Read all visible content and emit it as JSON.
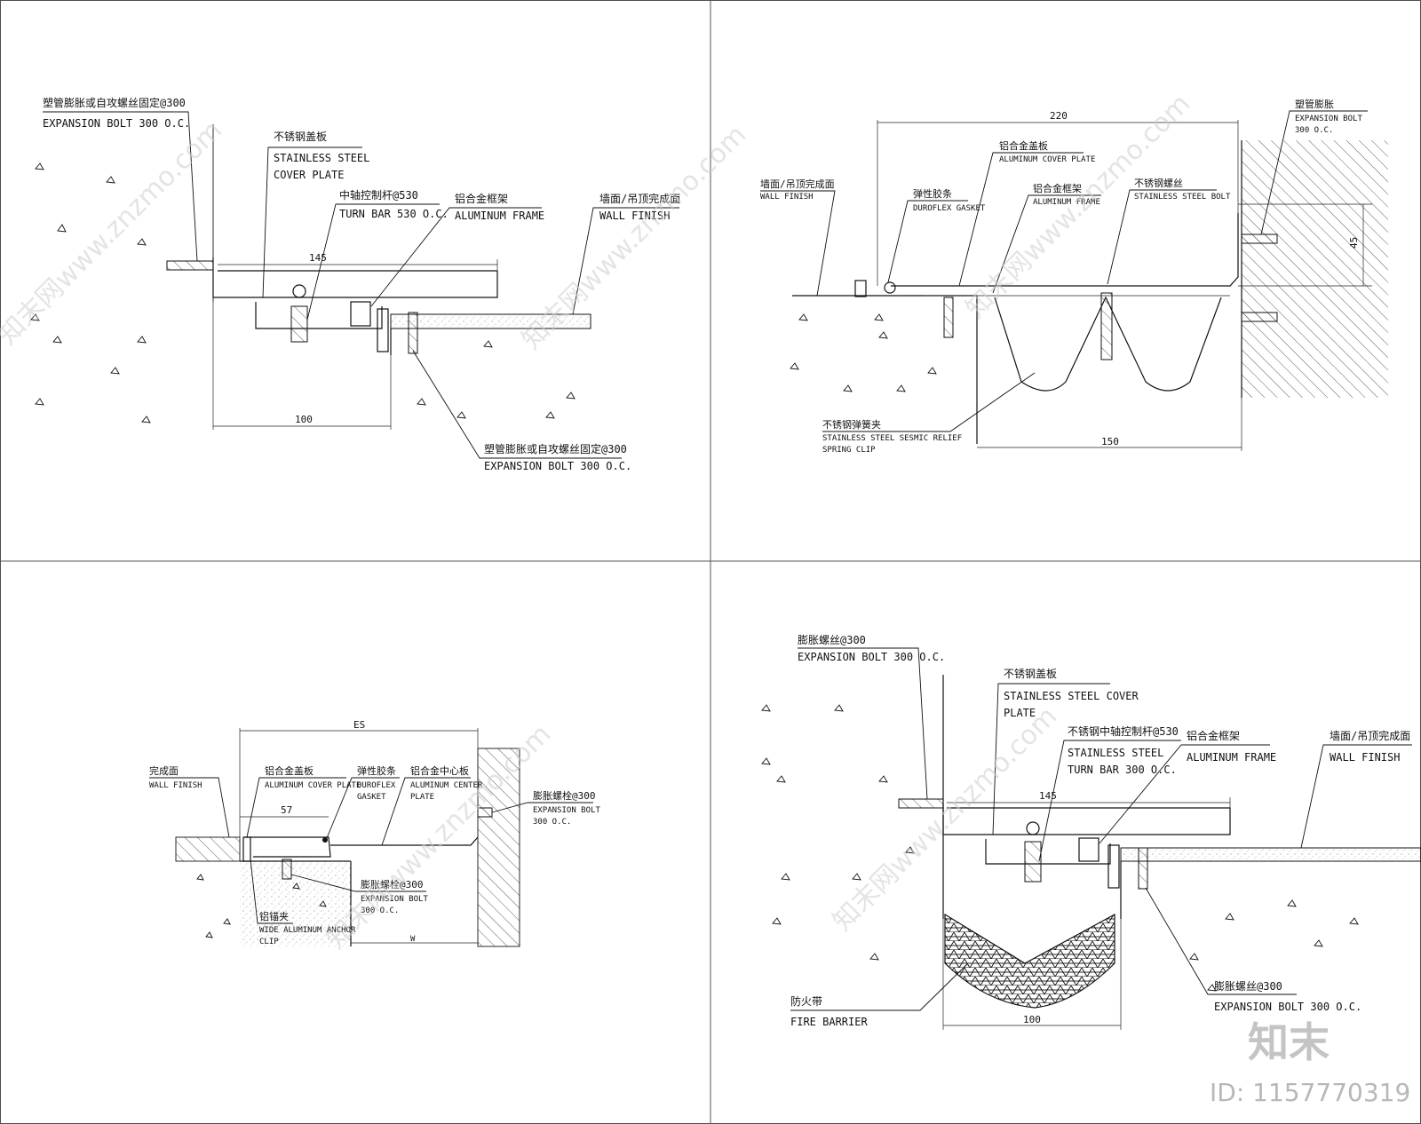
{
  "detail_a": {
    "bolt_cn": "塑管膨胀或自攻螺丝固定@300",
    "bolt_en": "EXPANSION BOLT 300 O.C.",
    "cover_cn": "不锈钢盖板",
    "cover_en1": "STAINLESS STEEL",
    "cover_en2": "COVER PLATE",
    "turnbar_cn": "中轴控制杆@530",
    "turnbar_en": "TURN BAR 530 O.C.",
    "frame_cn": "铝合金框架",
    "frame_en": "ALUMINUM FRAME",
    "wall_cn": "墙面/吊顶完成面",
    "wall_en": "WALL FINISH",
    "dim_145": "145",
    "dim_100": "100",
    "bolt2_cn": "塑管膨胀或自攻螺丝固定@300",
    "bolt2_en": "EXPANSION BOLT 300 O.C."
  },
  "detail_b": {
    "dim_220": "220",
    "dim_45": "45",
    "dim_150": "150",
    "wall_cn": "墙面/吊顶完成面",
    "wall_en": "WALL FINISH",
    "gasket_cn": "弹性胶条",
    "gasket_en": "DUROFLEX GASKET",
    "cover_cn": "铝合金盖板",
    "cover_en": "ALUMINUM COVER PLATE",
    "frame_cn": "铝合金框架",
    "frame_en": "ALUMINUM FRAME",
    "ssbolt_cn": "不锈钢螺丝",
    "ssbolt_en": "STAINLESS STEEL BOLT",
    "exp_cn": "塑管膨胀",
    "exp_en1": "EXPANSION BOLT",
    "exp_en2": "300 O.C.",
    "clip_cn": "不锈钢弹簧夹",
    "clip_en1": "STAINLESS STEEL SESMIC RELIEF",
    "clip_en2": "SPRING CLIP"
  },
  "detail_c": {
    "dim_es": "ES",
    "dim_57": "57",
    "dim_w": "W",
    "wall_cn": "完成面",
    "wall_en": "WALL FINISH",
    "cover_cn": "铝合金盖板",
    "cover_en": "ALUMINUM COVER PLATE",
    "gasket_cn": "弹性胶条",
    "gasket_en1": "DUROFLEX",
    "gasket_en2": "GASKET",
    "center_cn": "铝合金中心板",
    "center_en1": "ALUMINUM CENTER",
    "center_en2": "PLATE",
    "bolt_cn": "膨胀螺栓@300",
    "bolt_en1": "EXPANSION BOLT",
    "bolt_en2": "300 O.C.",
    "bolt2_cn": "膨胀螺栓@300",
    "bolt2_en1": "EXPANSION BOLT",
    "bolt2_en2": "300 O.C.",
    "clip_cn": "铝锚夹",
    "clip_en1": "WIDE ALUMINUM ANCHOR",
    "clip_en2": "CLIP"
  },
  "detail_d": {
    "bolt_cn": "膨胀螺丝@300",
    "bolt_en": "EXPANSION BOLT 300 O.C.",
    "cover_cn": "不锈钢盖板",
    "cover_en1": "STAINLESS STEEL COVER",
    "cover_en2": "PLATE",
    "turnbar_cn": "不锈钢中轴控制杆@530",
    "turnbar_en1": "STAINLESS STEEL",
    "turnbar_en2": "TURN BAR 300 O.C.",
    "frame_cn": "铝合金框架",
    "frame_en": "ALUMINUM FRAME",
    "wall_cn": "墙面/吊顶完成面",
    "wall_en": "WALL FINISH",
    "dim_145": "145",
    "dim_100": "100",
    "bolt2_cn": "膨胀螺丝@300",
    "bolt2_en": "EXPANSION BOLT 300 O.C.",
    "fire_cn": "防火带",
    "fire_en": "FIRE BARRIER"
  },
  "watermark": {
    "text": "知末网www.znzmo.com",
    "logo": "知末",
    "id": "ID: 1157770319"
  }
}
